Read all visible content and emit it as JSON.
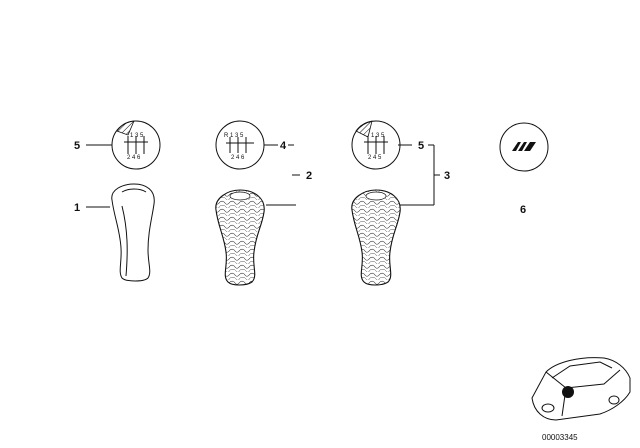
{
  "callouts": {
    "c1": "1",
    "c2": "2",
    "c3": "3",
    "c4": "4",
    "c5_left": "5",
    "c5_right": "5",
    "c6": "6"
  },
  "shift_patterns": {
    "left_top": "1 3 5",
    "left_bottom": "2 4 6",
    "mid_top": "R 1 3 5",
    "mid_bottom": "2 4 6",
    "right_top": "1 3 5",
    "right_bottom": "2 4 5"
  },
  "emblem_text": "M",
  "doc_number": "00003345"
}
